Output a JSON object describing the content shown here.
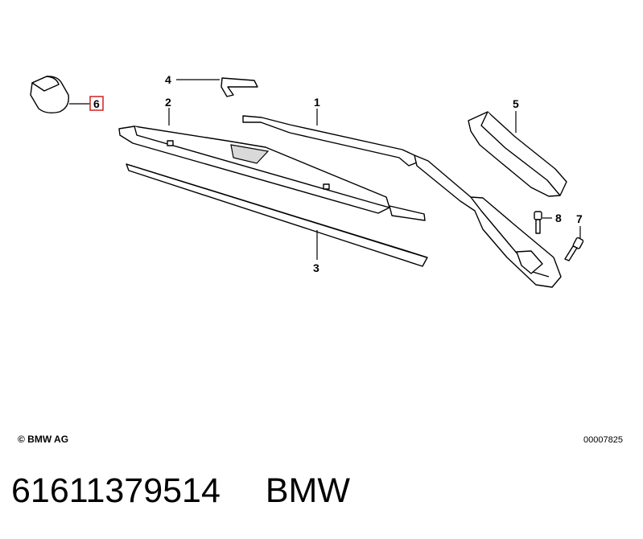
{
  "diagram": {
    "callouts": [
      {
        "id": "1",
        "label": "1",
        "highlighted": false
      },
      {
        "id": "2",
        "label": "2",
        "highlighted": false
      },
      {
        "id": "3",
        "label": "3",
        "highlighted": false
      },
      {
        "id": "4",
        "label": "4",
        "highlighted": false
      },
      {
        "id": "5",
        "label": "5",
        "highlighted": false
      },
      {
        "id": "6",
        "label": "6",
        "highlighted": true
      },
      {
        "id": "7",
        "label": "7",
        "highlighted": false
      },
      {
        "id": "8",
        "label": "8",
        "highlighted": false
      }
    ],
    "highlight_color": "#d32f2f"
  },
  "footer": {
    "copyright": "© BMW AG",
    "drawing_number": "00007825",
    "part_number": "61611379514",
    "brand": "BMW"
  }
}
